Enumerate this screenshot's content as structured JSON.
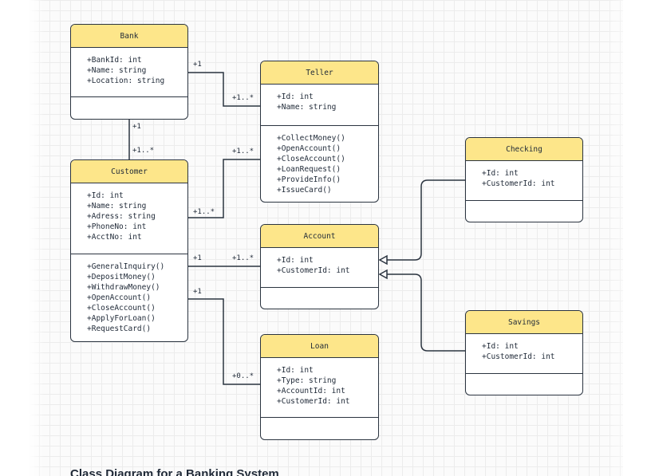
{
  "caption": "Class Diagram for a Banking System",
  "classes": {
    "bank": {
      "name": "Bank",
      "attributes": [
        "+BankId: int",
        "+Name: string",
        "+Location: string"
      ],
      "operations": []
    },
    "teller": {
      "name": "Teller",
      "attributes": [
        "+Id: int",
        "+Name: string"
      ],
      "operations": [
        "+CollectMoney()",
        "+OpenAccount()",
        "+CloseAccount()",
        "+LoanRequest()",
        "+ProvideInfo()",
        "+IssueCard()"
      ]
    },
    "customer": {
      "name": "Customer",
      "attributes": [
        "+Id: int",
        "+Name: string",
        "+Adress: string",
        "+PhoneNo: int",
        "+AcctNo: int"
      ],
      "operations": [
        "+GeneralInquiry()",
        "+DepositMoney()",
        "+WithdrawMoney()",
        "+OpenAccount()",
        "+CloseAccount()",
        "+ApplyForLoan()",
        "+RequestCard()"
      ]
    },
    "checking": {
      "name": "Checking",
      "attributes": [
        "+Id: int",
        "+CustomerId: int"
      ],
      "operations": []
    },
    "account": {
      "name": "Account",
      "attributes": [
        "+Id: int",
        "+CustomerId: int"
      ],
      "operations": []
    },
    "savings": {
      "name": "Savings",
      "attributes": [
        "+Id: int",
        "+CustomerId: int"
      ],
      "operations": []
    },
    "loan": {
      "name": "Loan",
      "attributes": [
        "+Id: int",
        "+Type: string",
        "+AccountId: int",
        "+CustomerId: int"
      ],
      "operations": []
    }
  },
  "relations": [
    {
      "from": "Bank",
      "to": "Teller",
      "from_mult": "+1",
      "to_mult": "+1..*",
      "kind": "association"
    },
    {
      "from": "Bank",
      "to": "Customer",
      "from_mult": "+1",
      "to_mult": "+1..*",
      "kind": "association"
    },
    {
      "from": "Customer",
      "to": "Teller",
      "from_mult": "+1..*",
      "to_mult": "+1..*",
      "kind": "association"
    },
    {
      "from": "Customer",
      "to": "Account",
      "from_mult": "+1",
      "to_mult": "+1..*",
      "kind": "association"
    },
    {
      "from": "Customer",
      "to": "Loan",
      "from_mult": "+1",
      "to_mult": "+0..*",
      "kind": "association"
    },
    {
      "from": "Checking",
      "to": "Account",
      "kind": "generalization"
    },
    {
      "from": "Savings",
      "to": "Account",
      "kind": "generalization"
    }
  ],
  "colors": {
    "header": "#fde68a",
    "stroke": "#2b3440",
    "grid": "#ececec"
  }
}
